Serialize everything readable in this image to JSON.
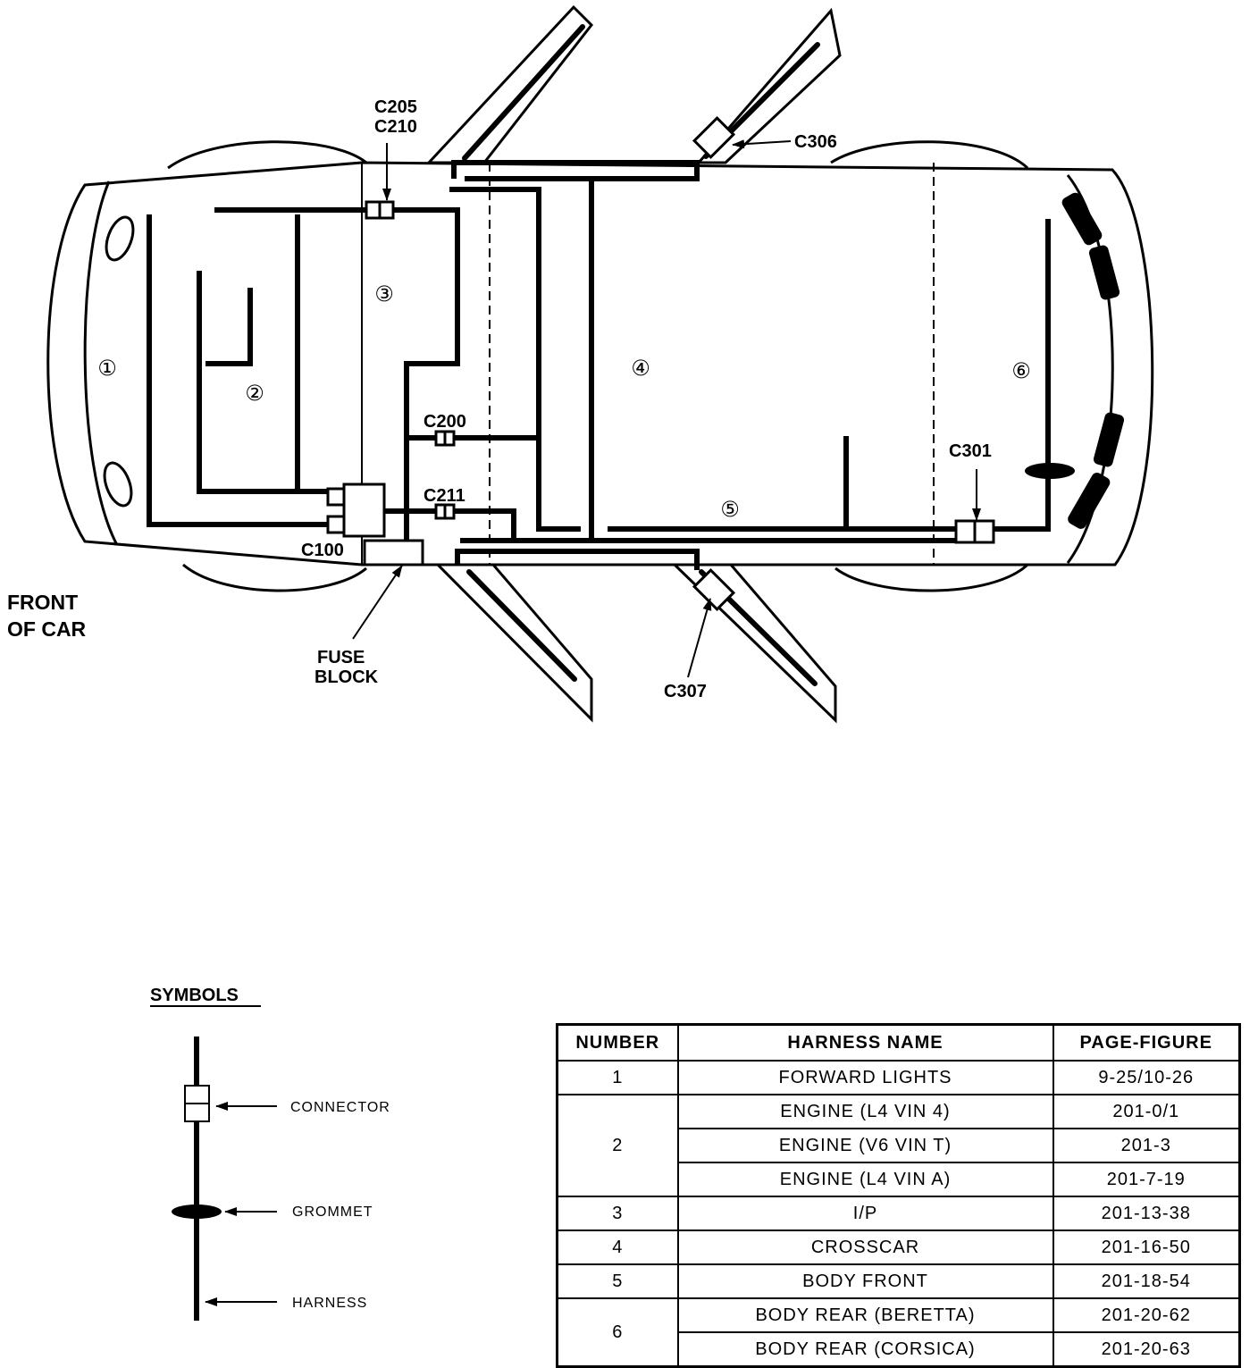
{
  "diagram": {
    "zones": [
      "①",
      "②",
      "③",
      "④",
      "⑤",
      "⑥"
    ],
    "connectors": {
      "c205": "C205",
      "c210": "C210",
      "c306": "C306",
      "c200": "C200",
      "c211": "C211",
      "c100": "C100",
      "c301": "C301",
      "c307": "C307"
    },
    "front_of_car": [
      "FRONT",
      "OF CAR"
    ],
    "fuse_block": [
      "FUSE",
      "BLOCK"
    ]
  },
  "symbols": {
    "title": "SYMBOLS",
    "connector": "CONNECTOR",
    "grommet": "GROMMET",
    "harness": "HARNESS"
  },
  "table": {
    "headers": [
      "NUMBER",
      "HARNESS NAME",
      "PAGE-FIGURE"
    ],
    "rows": [
      {
        "number": "1",
        "name": "FORWARD LIGHTS",
        "page": "9-25/10-26"
      },
      {
        "number": "2",
        "name": "ENGINE (L4 VIN 4)",
        "page": "201-0/1"
      },
      {
        "number": "",
        "name": "ENGINE (V6 VIN T)",
        "page": "201-3"
      },
      {
        "number": "",
        "name": "ENGINE (L4 VIN A)",
        "page": "201-7-19"
      },
      {
        "number": "3",
        "name": "I/P",
        "page": "201-13-38"
      },
      {
        "number": "4",
        "name": "CROSSCAR",
        "page": "201-16-50"
      },
      {
        "number": "5",
        "name": "BODY FRONT",
        "page": "201-18-54"
      },
      {
        "number": "6",
        "name": "BODY REAR (BERETTA)",
        "page": "201-20-62"
      },
      {
        "number": "",
        "name": "BODY REAR (CORSICA)",
        "page": "201-20-63"
      }
    ]
  }
}
